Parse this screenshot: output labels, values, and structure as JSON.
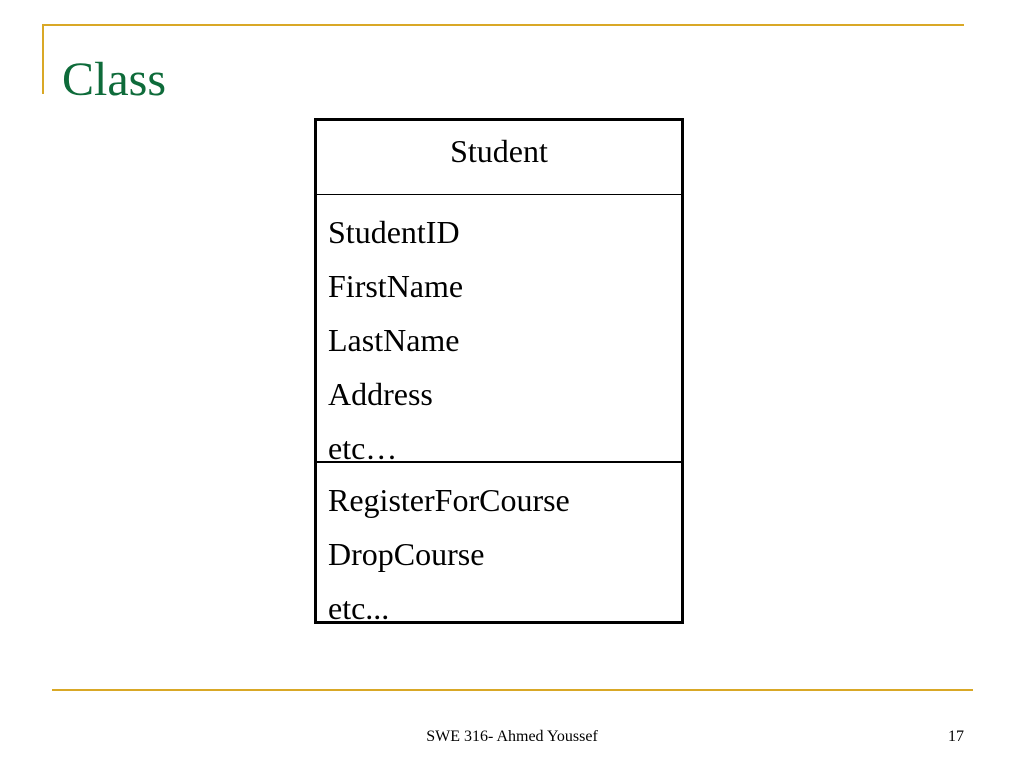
{
  "slide": {
    "title": "Class",
    "accent_color": "#d9a826",
    "title_color": "#0e6b3a"
  },
  "uml_class": {
    "name": "Student",
    "attributes": [
      "StudentID",
      "FirstName",
      "LastName",
      "Address",
      "etc…"
    ],
    "methods": [
      "RegisterForCourse",
      "DropCourse",
      "etc..."
    ]
  },
  "footer": {
    "text": "SWE 316- Ahmed Youssef",
    "page_number": "17"
  }
}
